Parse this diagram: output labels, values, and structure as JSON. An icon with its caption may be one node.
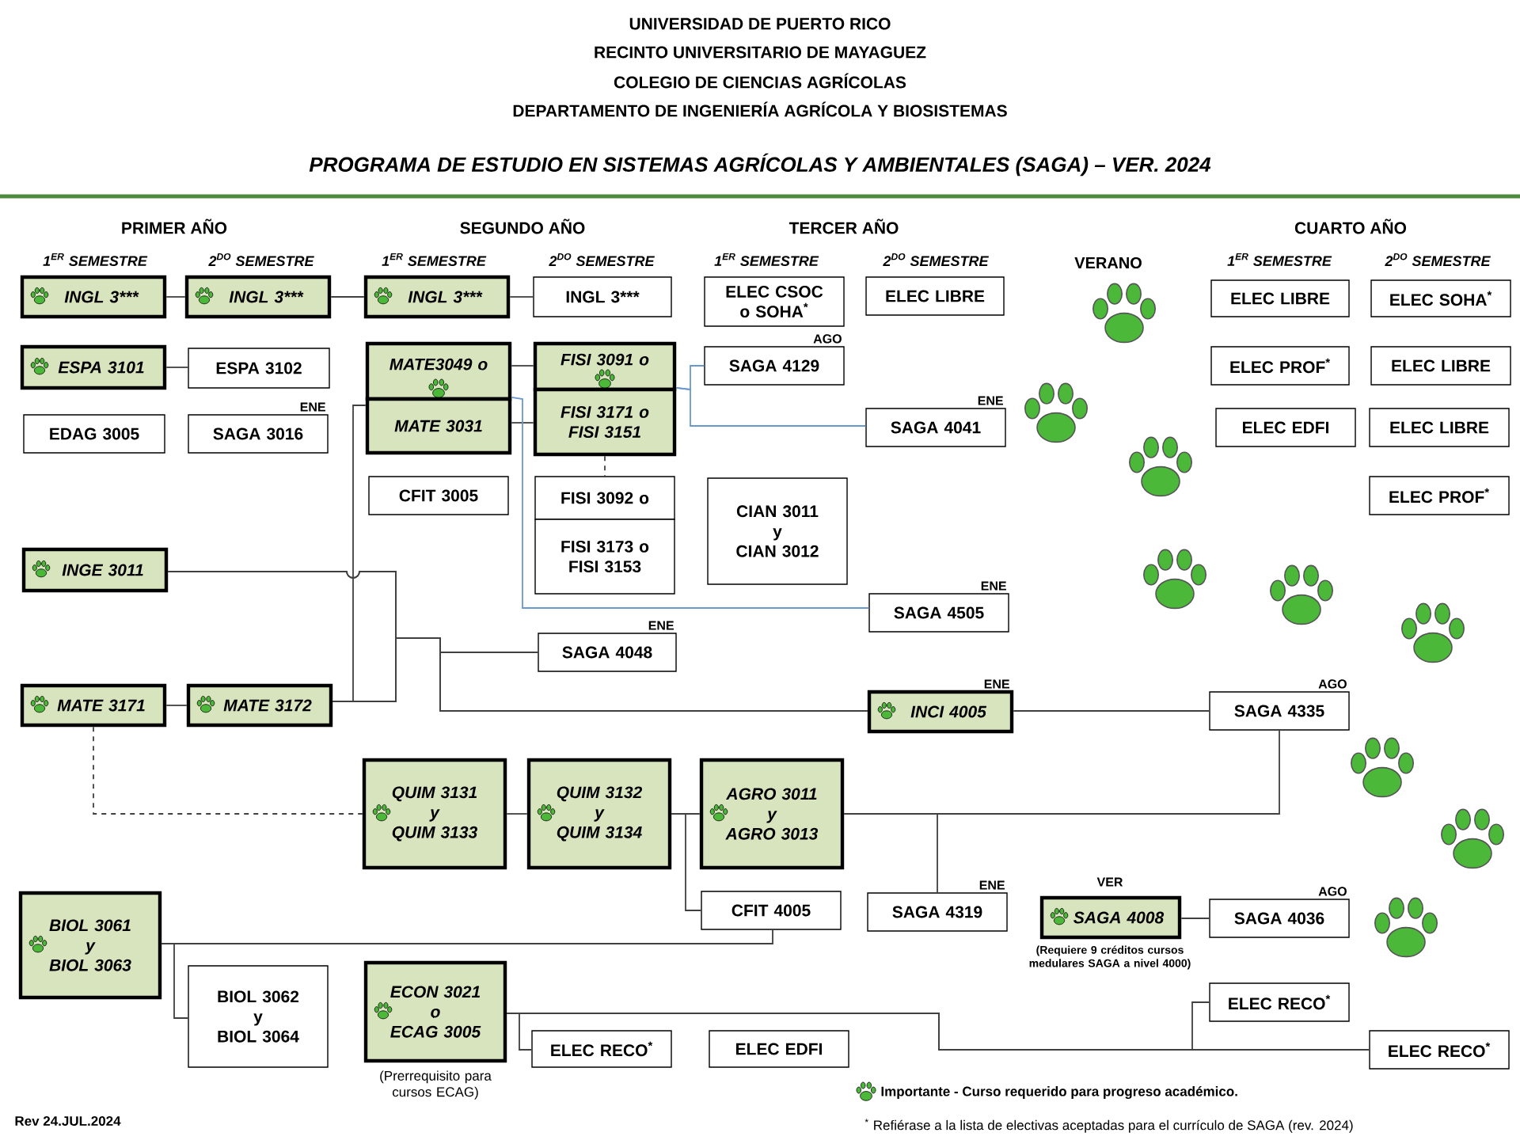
{
  "diagram": {
    "title": "PROGRAMA DE ESTUDIO EN SISTEMAS AGRÍCOLAS Y AMBIENTALES (SAGA) – VER. 2024",
    "nodes": [
      {
        "text": [
          "INGL 3***"
        ]
      },
      {
        "text": [
          "INGL 3***"
        ]
      },
      {
        "text": [
          "INGL 3***"
        ]
      },
      {
        "text": [
          "INGL 3***"
        ]
      },
      {
        "text": [
          "ELEC CSOC o SOHA$^{*}$"
        ]
      },
      {
        "text": [
          "ELEC LIBRE"
        ]
      },
      {
        "text": [
          "ELEC LIBRE"
        ]
      },
      {
        "text": [
          "ELEC SOHA$^{*}$"
        ]
      },
      {
        "text": [
          "ESPA 3101"
        ]
      },
      {
        "text": [
          "ESPA 3102"
        ]
      },
      {
        "text": [
          "MATE3049 o"
        ]
      },
      {
        "text": [
          "FISI 3091 o"
        ]
      },
      {
        "text": [
          "SAGA 4129"
        ],
        "beside": [
          "AGO"
        ]
      },
      {
        "text": [
          "ELEC PROF$^{*}$"
        ]
      },
      {
        "text": [
          "ELEC LIBRE"
        ]
      },
      {
        "text": [
          "MATE 3031"
        ]
      },
      {
        "text": [
          "FISI 3171 o FISI 3151"
        ]
      },
      {
        "text": [
          "EDAG 3005"
        ]
      },
      {
        "text": [
          "SAGA 3016"
        ],
        "beside": [
          "ENE"
        ]
      },
      {
        "text": [
          "SAGA 4041"
        ],
        "beside": [
          "ENE"
        ]
      },
      {
        "text": [
          "ELEC EDFI"
        ]
      },
      {
        "text": [
          "ELEC LIBRE"
        ]
      },
      {
        "text": [
          "CFIT 3005"
        ]
      },
      {
        "text": [
          "FISI 3092 o"
        ]
      },
      {
        "text": [
          "CIAN 3011 y CIAN 3012"
        ]
      },
      {
        "text": [
          "ELEC PROF$^{*}$"
        ]
      },
      {
        "text": [
          "FISI 3173 o FISI 3153"
        ]
      },
      {
        "text": [
          "INGE 3011"
        ]
      },
      {
        "text": [
          "SAGA 4505"
        ],
        "beside": [
          "ENE"
        ]
      },
      {
        "text": [
          "SAGA 4048"
        ],
        "beside": [
          "ENE"
        ]
      },
      {
        "text": [
          "MATE 3171"
        ]
      },
      {
        "text": [
          "MATE 3172"
        ]
      },
      {
        "text": [
          "INCI 4005"
        ],
        "beside": [
          "ENE"
        ]
      },
      {
        "text": [
          "SAGA 4335"
        ],
        "beside": [
          "AGO"
        ]
      },
      {
        "text": [
          "QUIM 3131 y QUIM 3133"
        ]
      },
      {
        "text": [
          "QUIM 3132 y QUIM 3134"
        ]
      },
      {
        "text": [
          "AGRO 3011 y AGRO 3013"
        ]
      },
      {
        "text": [
          "BIOL 3061 y BIOL 3063"
        ]
      },
      {
        "text": [
          "CFIT 4005"
        ]
      },
      {
        "text": [
          "SAGA 4319"
        ],
        "beside": [
          "ENE"
        ]
      },
      {
        "text": [
          "SAGA 4008"
        ],
        "beside": [
          "VER",
          "(Requiere 9 créditos cursos medulares SAGA a nivel 4000)"
        ]
      },
      {
        "text": [
          "SAGA 4036"
        ],
        "beside": [
          "AGO"
        ]
      },
      {
        "text": [
          "BIOL 3062 y BIOL 3064"
        ]
      },
      {
        "text": [
          "ECON 3021 o ECAG 3005"
        ],
        "beside": [
          "(Prerrequisito para cursos ECAG)"
        ]
      },
      {
        "text": [
          "ELEC RECO$^{*}$"
        ]
      },
      {
        "text": [
          "ELEC RECO$^{*}$"
        ]
      },
      {
        "text": [
          "ELEC EDFI"
        ]
      },
      {
        "text": [
          "ELEC RECO$^{*}$"
        ]
      }
    ],
    "edges": [
      {
        "from": 0,
        "to": 1,
        "arrow": "none"
      },
      {
        "from": 1,
        "to": 2,
        "arrow": "none"
      },
      {
        "from": 2,
        "to": 3,
        "arrow": "none"
      },
      {
        "from": 8,
        "to": 9,
        "arrow": "none"
      },
      {
        "from": 10,
        "to": 11,
        "arrow": "none"
      },
      {
        "from": 15,
        "to": 16,
        "arrow": "none"
      },
      {
        "from": 16,
        "to": 12,
        "arrow": "none",
        "color": "#6b97cf"
      },
      {
        "from": 16,
        "to": 19,
        "arrow": "none",
        "color": "#6b97cf"
      },
      {
        "from": 16,
        "to": 23,
        "arrow": "none",
        "style": "dashed"
      },
      {
        "from": 15,
        "to": 28,
        "arrow": "none",
        "color": "#6b97cf"
      },
      {
        "from": 27,
        "to": 29,
        "arrow": "none"
      },
      {
        "from": 27,
        "to": 32,
        "arrow": "none"
      },
      {
        "from": 31,
        "to": 29,
        "arrow": "none"
      },
      {
        "from": 31,
        "to": 32,
        "arrow": "none"
      },
      {
        "from": 31,
        "to": 15,
        "arrow": "none"
      },
      {
        "from": 30,
        "to": 31,
        "arrow": "none"
      },
      {
        "from": 30,
        "to": 34,
        "arrow": "none",
        "style": "dashed"
      },
      {
        "from": 34,
        "to": 35,
        "arrow": "none"
      },
      {
        "from": 35,
        "to": 36,
        "arrow": "none"
      },
      {
        "from": 35,
        "to": 38,
        "arrow": "none"
      },
      {
        "from": 36,
        "to": 33,
        "arrow": "none"
      },
      {
        "from": 36,
        "to": 39,
        "arrow": "none"
      },
      {
        "from": 32,
        "to": 33,
        "arrow": "none"
      },
      {
        "from": 37,
        "to": 38,
        "arrow": "none"
      },
      {
        "from": 37,
        "to": 42,
        "arrow": "none"
      },
      {
        "from": 43,
        "to": 45,
        "arrow": "none"
      },
      {
        "from": 43,
        "to": 44,
        "arrow": "none"
      },
      {
        "from": 43,
        "to": 47,
        "arrow": "none"
      },
      {
        "from": 40,
        "to": 41,
        "arrow": "none"
      }
    ],
    "labels": [
      "UNIVERSIDAD DE PUERTO RICO",
      "RECINTO UNIVERSITARIO DE MAYAGUEZ",
      "COLEGIO DE CIENCIAS AGRÍCOLAS",
      "DEPARTAMENTO DE INGENIERÍA AGRÍCOLA Y BIOSISTEMAS",
      "PRIMER AÑO",
      "SEGUNDO AÑO",
      "TERCER AÑO",
      "CUARTO AÑO",
      "1$^{ER}$ SEMESTRE",
      "2$^{DO}$ SEMESTRE",
      "1$^{ER}$ SEMESTRE",
      "2$^{DO}$ SEMESTRE",
      "1$^{ER}$ SEMESTRE",
      "2$^{DO}$ SEMESTRE",
      "VERANO",
      "1$^{ER}$ SEMESTRE",
      "2$^{DO}$ SEMESTRE",
      "Rev 24.JUL.2024",
      "$^{*}$ Refiérase a la lista de electivas aceptadas para el currículo de SAGA (rev. 2024)"
    ],
    "legend": [
      {
        "text": "Importante - Curso requerido para progreso académico."
      }
    ]
  }
}
